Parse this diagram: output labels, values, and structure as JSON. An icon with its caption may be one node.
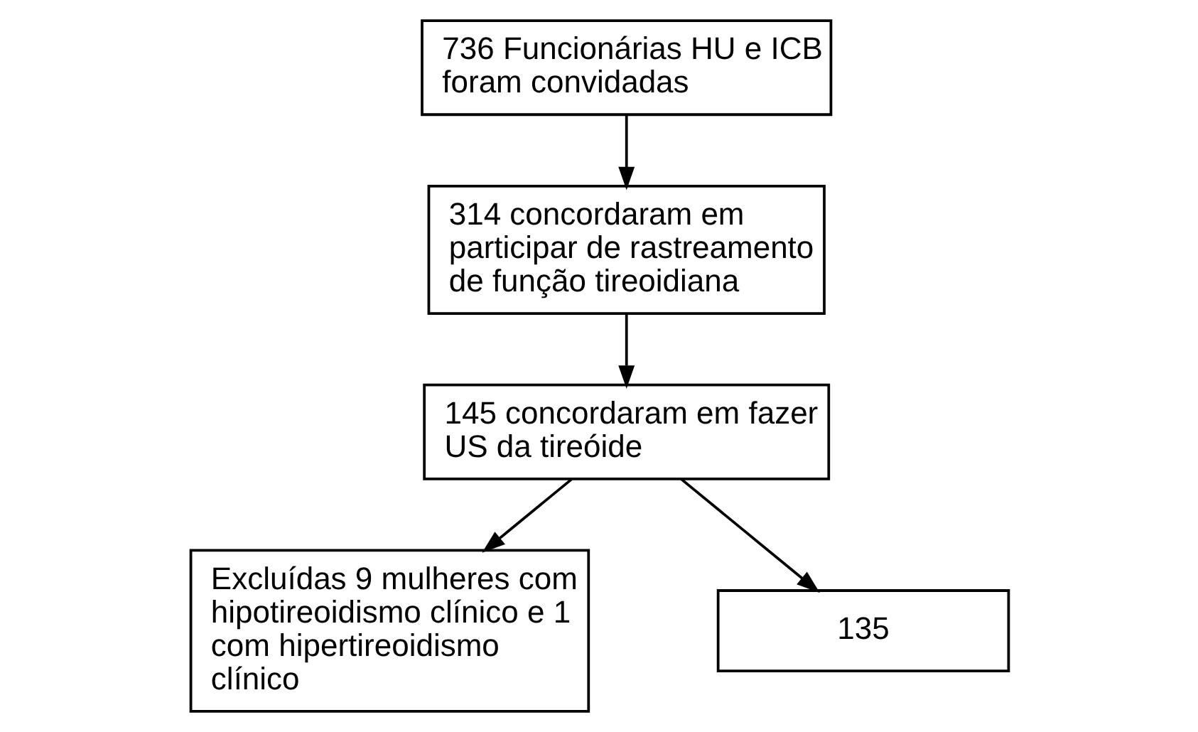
{
  "diagram": {
    "nodes": [
      {
        "text": [
          "736 Funcionárias HU e ICB foram convidadas"
        ]
      },
      {
        "text": [
          "314 concordaram em participar de rastreamento de função tireoidiana"
        ]
      },
      {
        "text": [
          "145 concordaram em fazer US da tireóide"
        ]
      },
      {
        "text": [
          "Excluídas 9 mulheres com hipotireoidismo clínico e 1 com hipertireoidismo clínico"
        ]
      },
      {
        "text": [
          "135"
        ]
      }
    ],
    "edges": [
      {
        "from": 0,
        "to": 1,
        "arrow": "to"
      },
      {
        "from": 1,
        "to": 2,
        "arrow": "to"
      },
      {
        "from": 2,
        "to": 4,
        "arrow": "to"
      },
      {
        "from": 2,
        "to": 3,
        "arrow": "to"
      }
    ]
  }
}
